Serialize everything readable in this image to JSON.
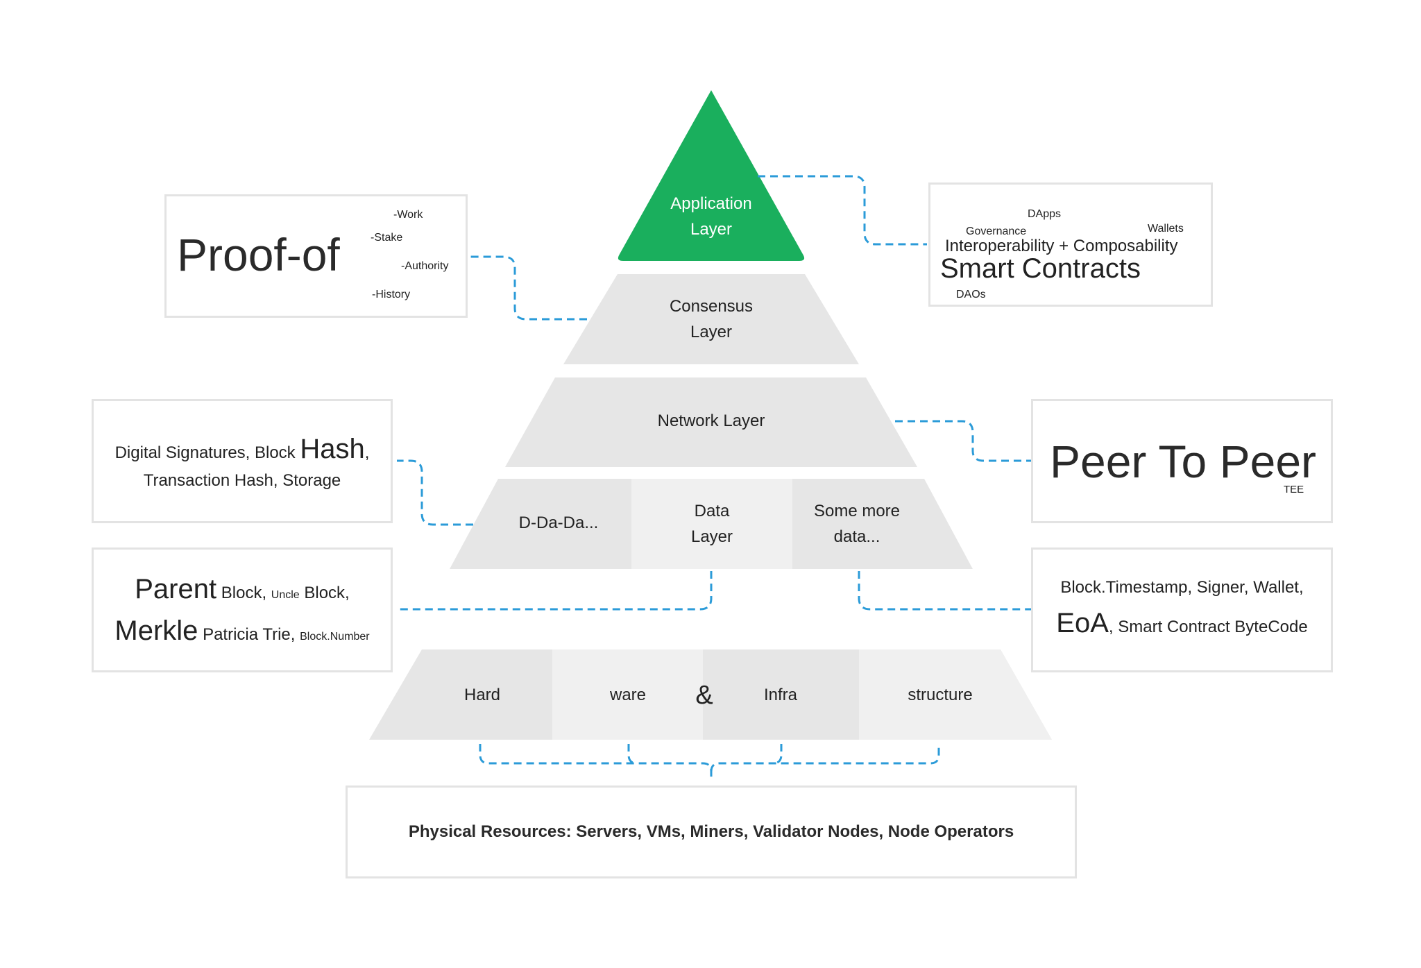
{
  "colors": {
    "accent": "#1aaf5d",
    "layer_fill": "#e6e6e6",
    "layer_fill_light": "#f0f0f0",
    "connector": "#2b9bd8",
    "card_border": "#e3e3e3",
    "text": "#222222"
  },
  "pyramid": {
    "application": {
      "line1": "Application",
      "line2": "Layer"
    },
    "consensus": {
      "line1": "Consensus",
      "line2": "Layer"
    },
    "network": {
      "label": "Network Layer"
    },
    "data": {
      "left": "D-Da-Da...",
      "center_line1": "Data",
      "center_line2": "Layer",
      "right_line1": "Some more",
      "right_line2": "data..."
    },
    "infrastructure": {
      "seg1": "Hard",
      "seg2": "ware",
      "ampersand": "&",
      "seg3": "Infra",
      "seg4": "structure"
    }
  },
  "cards": {
    "proof_of": {
      "title": "Proof-of",
      "work": "-Work",
      "stake": "-Stake",
      "authority": "-Authority",
      "history": "-History"
    },
    "smart_contracts": {
      "dapps": "DApps",
      "governance": "Governance",
      "wallets": "Wallets",
      "interop": "Interoperability + Composability",
      "title": "Smart Contracts",
      "daos": "DAOs"
    },
    "hash_card": {
      "a": "Digital Signatures, Block ",
      "b": "Hash",
      "c": ",",
      "line2": "Transaction Hash, Storage"
    },
    "peer_to_peer": {
      "title": "Peer To Peer",
      "tee": "TEE"
    },
    "parent_card": {
      "parent": "Parent",
      "block1": " Block, ",
      "uncle": "Uncle",
      "block2": " Block,",
      "merkle": "Merkle",
      "patricia": " Patricia Trie, ",
      "number": "Block.Number"
    },
    "timestamp_card": {
      "line1": "Block.Timestamp, Signer, Wallet,",
      "eoa": "EoA",
      "rest": ", Smart Contract ByteCode"
    },
    "physical": {
      "label": "Physical Resources: Servers, VMs, Miners, Validator Nodes, Node Operators"
    }
  }
}
